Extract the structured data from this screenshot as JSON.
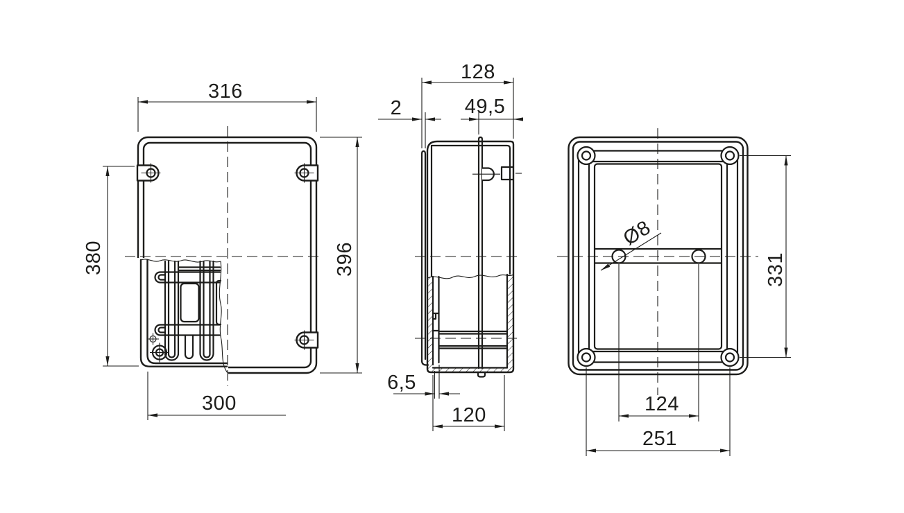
{
  "colors": {
    "background": "#ffffff",
    "line": "#1d1d1b"
  },
  "views": {
    "front": {
      "dims": {
        "overall_width": "316",
        "overall_height": "396",
        "mounting_height": "380",
        "base_width": "300"
      }
    },
    "side": {
      "dims": {
        "overall_depth": "128",
        "lid_lip_thickness": "2",
        "cover_depth": "49,5",
        "wall_inset": "6,5",
        "base_depth": "120"
      }
    },
    "rear": {
      "dims": {
        "hole_diameter": "Ø8",
        "vertical_hole_spacing": "331",
        "rail_hole_spacing": "124",
        "horizontal_hole_spacing": "251"
      }
    }
  }
}
